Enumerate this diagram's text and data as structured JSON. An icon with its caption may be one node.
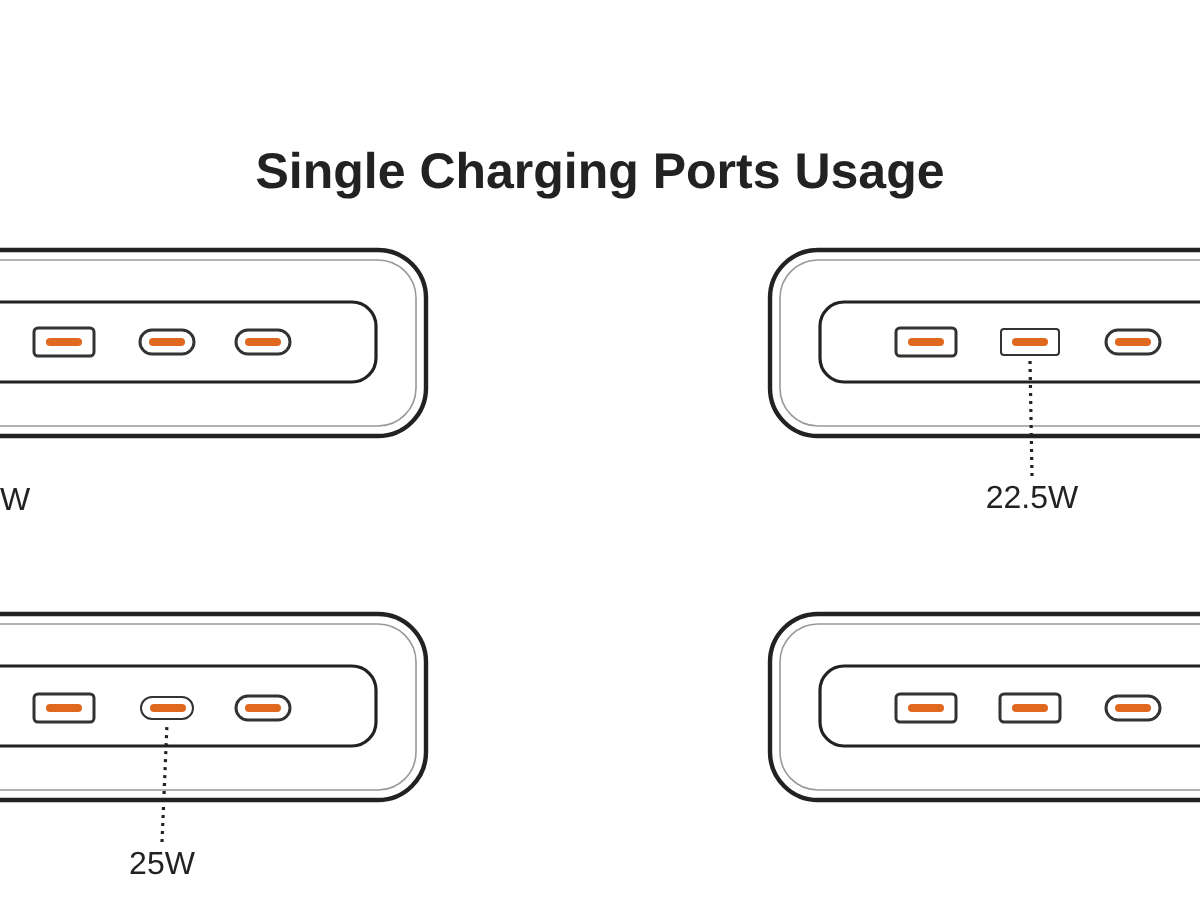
{
  "diagram": {
    "title": "Single Charging Ports Usage",
    "nodes": [
      {
        "text": [],
        "shape": "box"
      },
      {
        "text": [
          "22.5W"
        ]
      },
      {
        "text": [],
        "shape": "pill"
      },
      {
        "text": [
          "25W"
        ]
      }
    ],
    "edges": [
      {
        "from": 1,
        "to": 0,
        "arrow": "none",
        "style": "dashed"
      },
      {
        "from": 3,
        "to": 2,
        "arrow": "none",
        "style": "dashed"
      }
    ],
    "labels": [
      "W"
    ]
  }
}
